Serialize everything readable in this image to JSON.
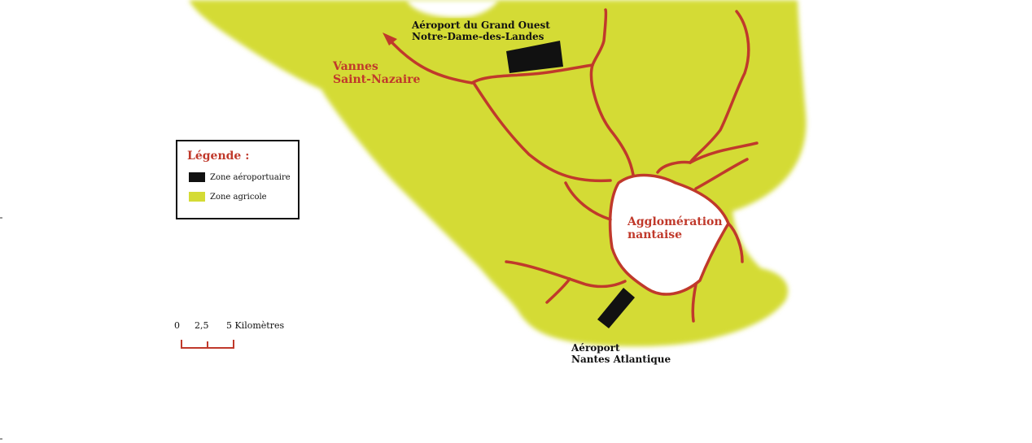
{
  "colors": {
    "agri": "#d4db35",
    "road": "#c0392b",
    "airport": "#111111",
    "label_red": "#c0392b"
  },
  "labels": {
    "airport_gouest_line1": "Aéroport du Grand Ouest",
    "airport_gouest_line2": "Notre-Dame-des-Landes",
    "vannes": "Vannes",
    "saint_nazaire": "Saint-Nazaire",
    "agglo_line1": "Agglomération",
    "agglo_line2": "nantaise",
    "airport_na_line1": "Aéroport",
    "airport_na_line2": "Nantes Atlantique"
  },
  "legend": {
    "title": "Légende :",
    "items": [
      {
        "label": "Zone aéroportuaire",
        "swatch": "airport"
      },
      {
        "label": "Zone agricole",
        "swatch": "agri"
      }
    ]
  },
  "scale": {
    "ticks": [
      "0",
      "2,5",
      "5 Kilomètres"
    ]
  }
}
